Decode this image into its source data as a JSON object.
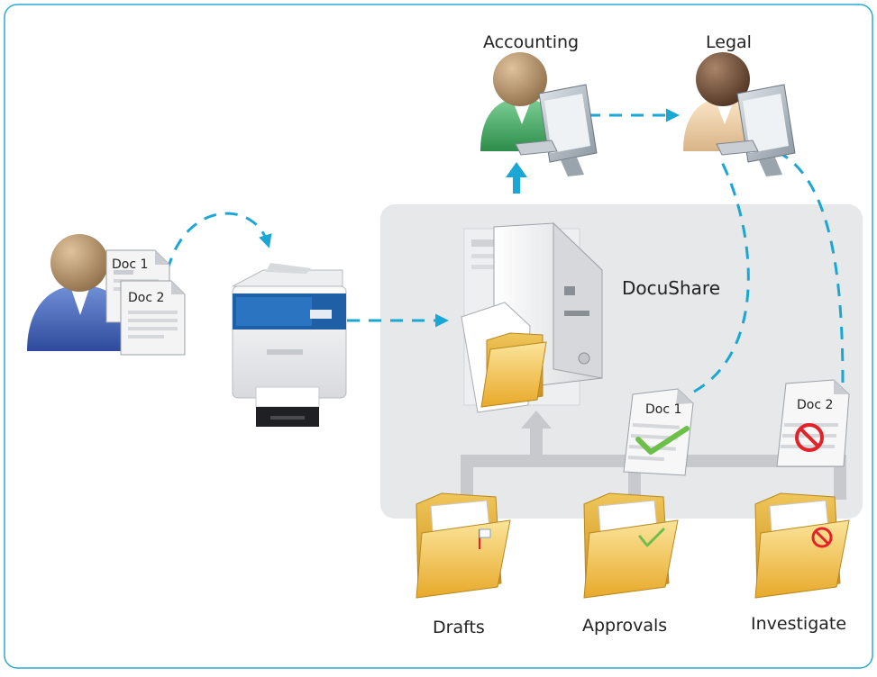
{
  "roles": {
    "accounting": "Accounting",
    "legal": "Legal"
  },
  "system": {
    "name": "DocuShare"
  },
  "documents": {
    "doc1": "Doc 1",
    "doc2": "Doc 2"
  },
  "folders": [
    {
      "label": "Drafts",
      "marker": "flag-icon"
    },
    {
      "label": "Approvals",
      "marker": "checkmark-icon"
    },
    {
      "label": "Investigate",
      "marker": "prohibited-icon"
    }
  ],
  "colors": {
    "arrow": "#1aa7d6",
    "frame": "#2aa9d5",
    "panel": "#e7e8ea",
    "folder": "#f2c14e",
    "check": "#6cc04a",
    "prohibit": "#e2232a",
    "printer_accent": "#1f5fa6"
  }
}
